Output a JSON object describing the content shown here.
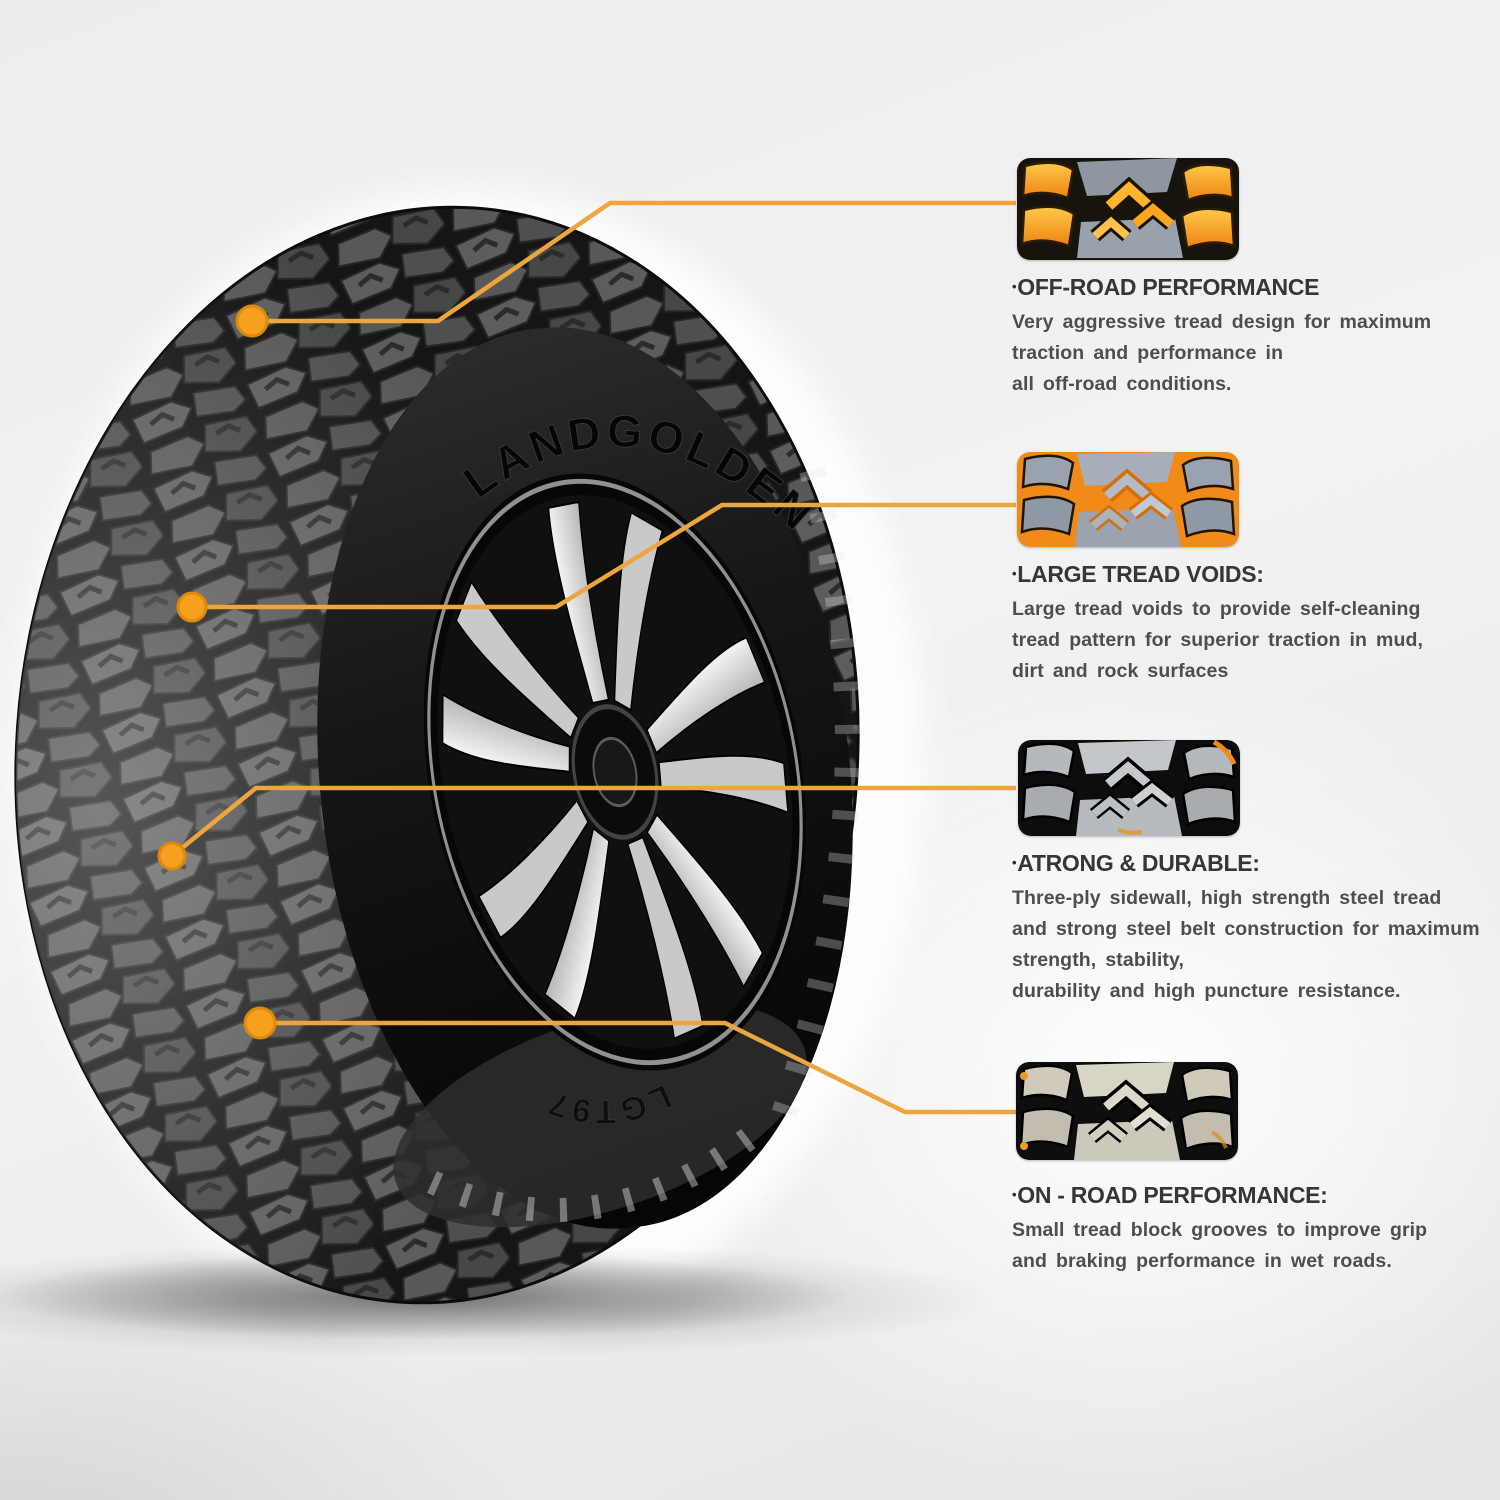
{
  "tire": {
    "brand": "LANDGOLDEN",
    "model": "LGT97"
  },
  "accent": {
    "callout_line_color": "#EDA63E",
    "callout_dot_color": "#F6A01E",
    "thumb_orange": "#F7941D"
  },
  "features": [
    {
      "id": "off-road-performance",
      "icon": "tread-offroad-highlight-icon",
      "bullet": "•",
      "title": "OFF-ROAD PERFORMANCE",
      "lines": [
        "Very aggressive tread design for maximum",
        "traction and performance in",
        "all off-road conditions."
      ]
    },
    {
      "id": "large-tread-voids",
      "icon": "tread-voids-highlight-icon",
      "bullet": "•",
      "title": "LARGE TREAD VOIDS:",
      "lines": [
        "Large tread voids to provide self-cleaning",
        "tread pattern for superior traction in mud,",
        "dirt and rock surfaces"
      ]
    },
    {
      "id": "strong-durable",
      "icon": "tread-sidewall-icon",
      "bullet": "•",
      "title": "ATRONG & DURABLE:",
      "lines": [
        "Three-ply sidewall, high strength steel tread",
        "and strong steel belt construction for maximum",
        "strength, stability,",
        "durability and high puncture resistance."
      ]
    },
    {
      "id": "on-road-performance",
      "icon": "tread-onroad-icon",
      "bullet": "•",
      "title": "ON - ROAD PERFORMANCE:",
      "lines": [
        "Small tread block grooves to improve grip",
        "and braking performance in wet roads."
      ]
    }
  ]
}
